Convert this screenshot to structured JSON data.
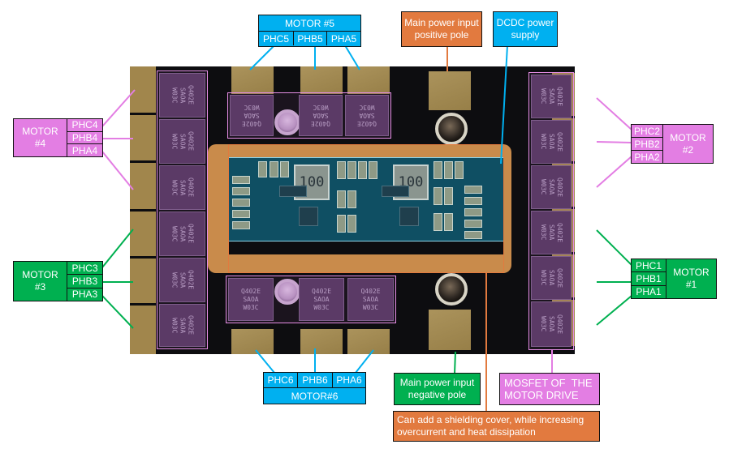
{
  "labels": {
    "motor5": {
      "title": "MOTOR #5",
      "phases": [
        "PHC5",
        "PHB5",
        "PHA5"
      ]
    },
    "motor6": {
      "title": "MOTOR#6",
      "phases": [
        "PHC6",
        "PHB6",
        "PHA6"
      ]
    },
    "motor4": {
      "title_line1": "MOTOR",
      "title_line2": "#4",
      "phases": [
        "PHC4",
        "PHB4",
        "PHA4"
      ]
    },
    "motor3": {
      "title_line1": "MOTOR",
      "title_line2": "#3",
      "phases": [
        "PHC3",
        "PHB3",
        "PHA3"
      ]
    },
    "motor2": {
      "title_line1": "MOTOR",
      "title_line2": "#2",
      "phases": [
        "PHC2",
        "PHB2",
        "PHA2"
      ]
    },
    "motor1": {
      "title_line1": "MOTOR",
      "title_line2": "#1",
      "phases": [
        "PHC1",
        "PHB1",
        "PHA1"
      ]
    },
    "power_positive": {
      "line1": "Main power input",
      "line2": "positive pole"
    },
    "power_negative": {
      "line1": "Main power input",
      "line2": "negative pole"
    },
    "dcdc": {
      "line1": "DCDC power",
      "line2": "supply"
    },
    "mosfet": {
      "line1": "MOSFET OF  THE",
      "line2": "MOTOR DRIVE"
    },
    "shield": {
      "line1": "Can add a shielding cover, while increasing",
      "line2": "overcurrent and heat dissipation"
    }
  },
  "board": {
    "mosfet_marking": [
      "Q402E",
      "SAOA",
      "W03C"
    ],
    "inductor_marking": "100"
  },
  "colors": {
    "blue": "#00b0f0",
    "green": "#00b050",
    "pink": "#e37ee3",
    "orange": "#e27a3f"
  }
}
